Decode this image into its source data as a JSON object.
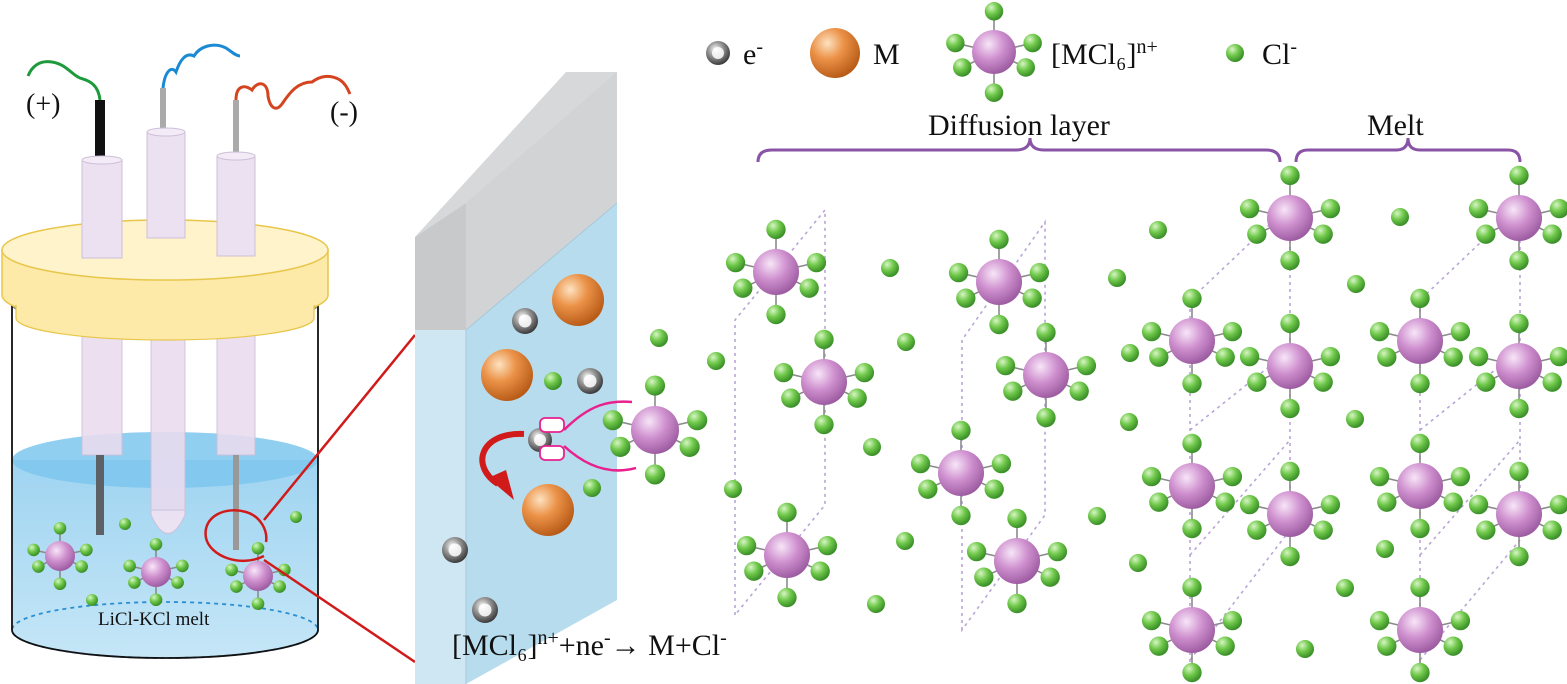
{
  "electrodes": {
    "positive_label": "(+)",
    "negative_label": "(-)"
  },
  "cell": {
    "melt_label": "LiCl-KCl melt"
  },
  "legend": {
    "electron_label": "e",
    "electron_sup": "-",
    "metal_label": "M",
    "complex_label": "[MCl₆]",
    "complex_sup": "n+",
    "chloride_label": "Cl",
    "chloride_sup": "-"
  },
  "regions": {
    "diffusion_label": "Diffusion layer",
    "melt_label": "Melt"
  },
  "reaction": {
    "reactant": "[MCl₆]",
    "reactant_charge": "n+",
    "plus_ne": "+ne",
    "electron_charge": "-",
    "arrow": "→",
    "products": " M+Cl",
    "chloride_charge": "-"
  },
  "colors": {
    "electrolyte": "#a9d6f0",
    "electrolyte_surface": "#7ec7ee",
    "lid": "#fde9a8",
    "lid_edge": "#e8c64a",
    "complex_center": "#cc8ccc",
    "chloride": "#5fbf3c",
    "metal": "#e6893a",
    "electron": "#7a7a7a",
    "bracket": "#8a54a6",
    "zoom_line": "#d11a1a",
    "wire_positive": "#1e9a3c",
    "wire_reference": "#1a8ad4",
    "wire_negative": "#d44420",
    "lattice_line": "#b9a5d6",
    "electrode_surface": "#b7dcee",
    "electrode_top": "#cfd1d3",
    "hand": "#e8218e"
  }
}
